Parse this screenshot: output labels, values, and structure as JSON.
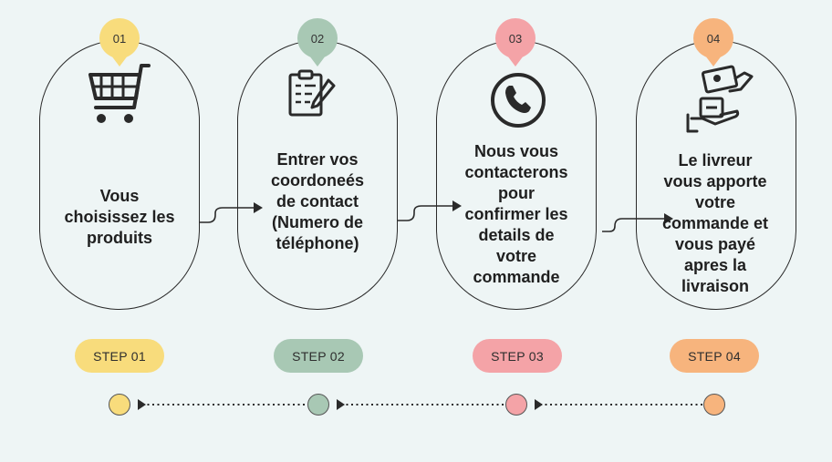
{
  "steps": [
    {
      "number": "01",
      "icon": "shopping-cart-icon",
      "text": "Vous\nchoisissez les\nproduits",
      "label": "STEP 01",
      "color": "#f8dc7c"
    },
    {
      "number": "02",
      "icon": "clipboard-form-icon",
      "text": "Entrer vos\ncoordoneés\nde contact\n(Numero de\ntéléphone)",
      "label": "STEP 02",
      "color": "#a8c8b4"
    },
    {
      "number": "03",
      "icon": "phone-icon",
      "text": "Nous vous\ncontacterons\npour\nconfirmer les\ndetails de\nvotre\ncommande",
      "label": "STEP 03",
      "color": "#f4a3a7"
    },
    {
      "number": "04",
      "icon": "payment-delivery-icon",
      "text": "Le livreur\nvous apporte\nvotre\ncommande et\nvous payé\napres la\nlivraison",
      "label": "STEP 04",
      "color": "#f7b47d"
    }
  ]
}
